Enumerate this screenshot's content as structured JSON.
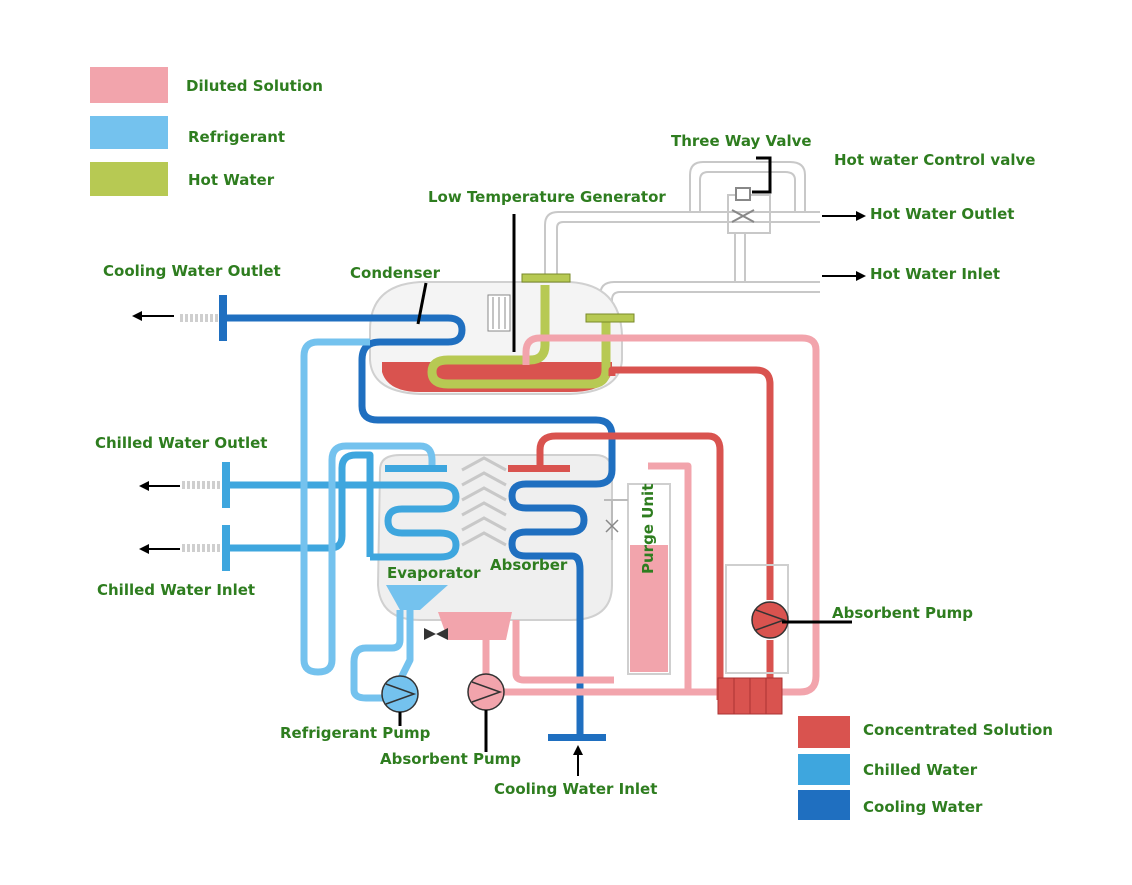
{
  "legend_top": [
    {
      "label": "Diluted Solution",
      "color": "#f2a4ac"
    },
    {
      "label": "Refrigerant",
      "color": "#74c2ee"
    },
    {
      "label": "Hot Water",
      "color": "#b7c953"
    }
  ],
  "legend_bottom": [
    {
      "label": "Concentrated Solution",
      "color": "#d9534f"
    },
    {
      "label": "Chilled Water",
      "color": "#3ea6de"
    },
    {
      "label": "Cooling Water",
      "color": "#1f6fc0"
    }
  ],
  "labels": {
    "three_way_valve": "Three Way Valve",
    "hot_water_control_valve": "Hot water Control valve",
    "low_temperature_generator": "Low Temperature Generator",
    "hot_water_outlet": "Hot Water Outlet",
    "hot_water_inlet": "Hot Water Inlet",
    "cooling_water_outlet": "Cooling Water Outlet",
    "condenser": "Condenser",
    "chilled_water_outlet": "Chilled Water Outlet",
    "chilled_water_inlet": "Chilled Water Inlet",
    "evaporator": "Evaporator",
    "absorber": "Absorber",
    "purge_unit": "Purge Unit",
    "absorbent_pump_right": "Absorbent Pump",
    "refrigerant_pump": "Refrigerant Pump",
    "absorbent_pump_bottom": "Absorbent Pump",
    "cooling_water_inlet": "Cooling Water Inlet"
  },
  "colors": {
    "diluted": "#f2a4ac",
    "concentrated": "#d9534f",
    "refrigerant": "#74c2ee",
    "chilled": "#3ea6de",
    "cooling": "#1f6fc0",
    "hot_water": "#b7c953",
    "label_text": "#2e7d1f"
  }
}
